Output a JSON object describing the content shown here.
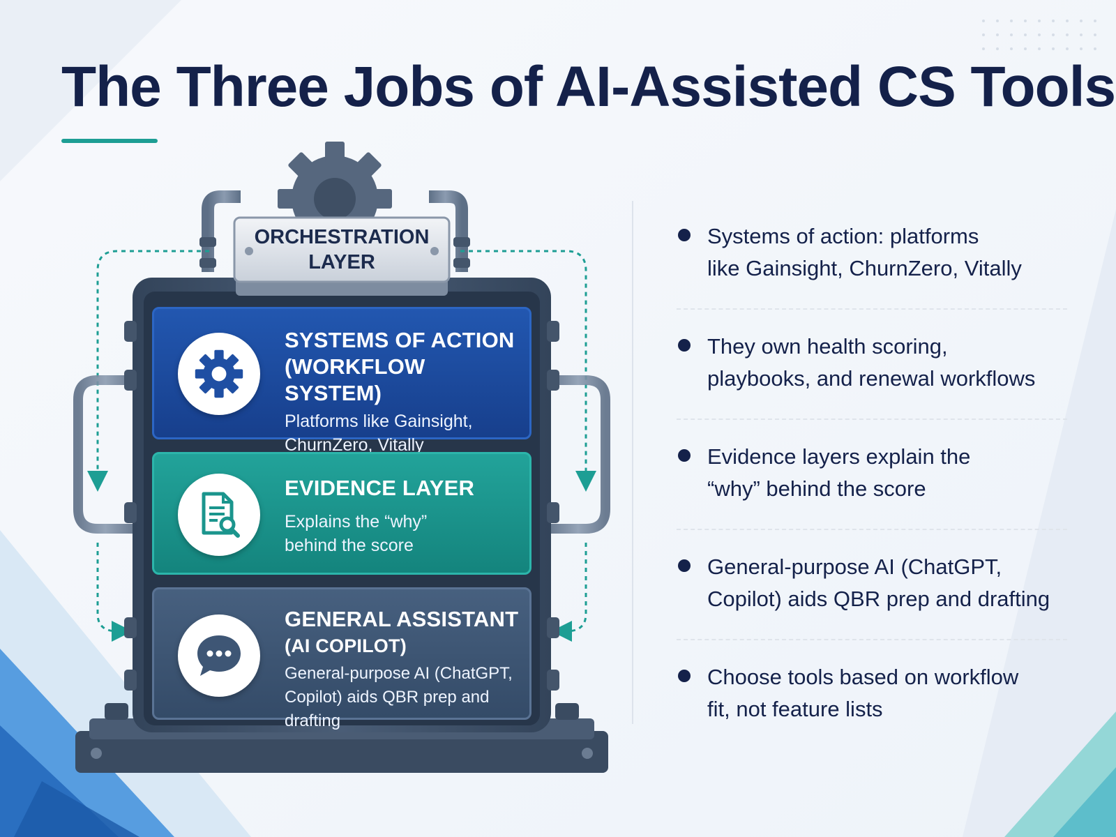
{
  "title": "The Three  Jobs of AI-Assisted CS Tools",
  "orchestration": {
    "line1": "ORCHESTRATION",
    "line2": "LAYER"
  },
  "layers": [
    {
      "title_lines": [
        "SYSTEMS OF ACTION",
        "(WORKFLOW SYSTEM)"
      ],
      "desc_lines": [
        "Platforms like Gainsight,",
        "ChurnZero, Vitally"
      ],
      "icon": "gear-icon",
      "color": "#1f4fa3"
    },
    {
      "title_lines": [
        "EVIDENCE LAYER"
      ],
      "desc_lines": [
        "Explains the “why”",
        "behind the score"
      ],
      "icon": "document-search-icon",
      "color": "#1b958d"
    },
    {
      "title_lines": [
        "GENERAL ASSISTANT",
        "(AI COPILOT)"
      ],
      "desc_lines": [
        "General-purpose AI (ChatGPT,",
        "Copilot) aids QBR prep and drafting"
      ],
      "icon": "chat-bubble-icon",
      "color": "#3e5675"
    }
  ],
  "bullets": [
    {
      "lines": [
        "Systems of action: platforms",
        "like Gainsight, ChurnZero, Vitally"
      ]
    },
    {
      "lines": [
        "They own health scoring,",
        "playbooks, and renewal workflows"
      ]
    },
    {
      "lines": [
        "Evidence layers explain the",
        "“why” behind the score"
      ]
    },
    {
      "lines": [
        "General-purpose AI (ChatGPT,",
        "Copilot) aids QBR prep and drafting"
      ]
    },
    {
      "lines": [
        "Choose tools based on workflow",
        "fit, not feature lists"
      ]
    }
  ],
  "colors": {
    "title": "#14214a",
    "accent_teal": "#1d9e94",
    "blue_panel": "#1f4fa3",
    "teal_panel": "#1b958d",
    "slate_panel": "#3e5675",
    "frame": "#3d4f66"
  }
}
